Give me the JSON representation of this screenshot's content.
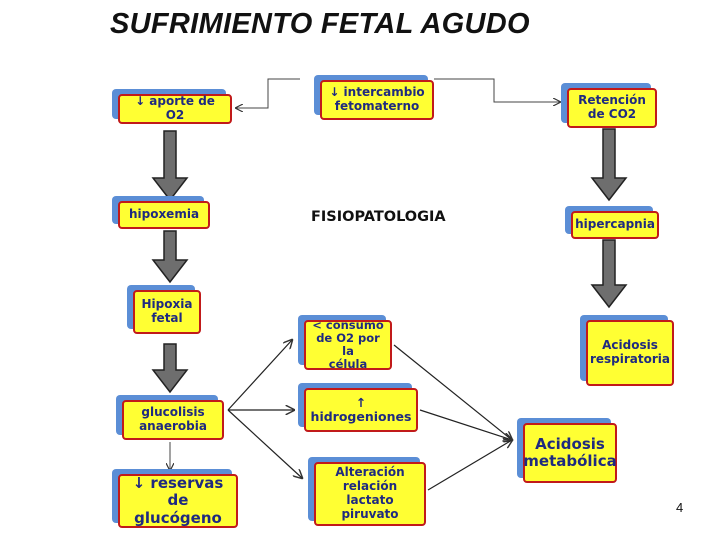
{
  "title": "SUFRIMIENTO FETAL AGUDO",
  "subtitle": "FISIOPATOLOGIA",
  "page_number": "4",
  "colors": {
    "box_fill": "#ffff33",
    "box_border": "#c11a1a",
    "box_shadow": "#5b8ed6",
    "box_text": "#1f2a80",
    "arrow_fill": "#6e6e6e"
  },
  "boxes": {
    "intercambio": "↓ intercambio\nfetomaterno",
    "aporte_o2": "↓ aporte de O2",
    "retencion_co2": "Retención\nde CO2",
    "hipoxemia": "hipoxemia",
    "hipercapnia": "hipercapnia",
    "hipoxia_fetal": "Hipoxia\nfetal",
    "consumo_o2": "< consumo\nde O2 por la\ncélula",
    "acidosis_respiratoria": "Acidosis\nrespiratoria",
    "glucolisis": "glucolisis\nanaerobia",
    "hidrogeniones": "↑\nhidrogeniones",
    "acidosis_metabolica": "Acidosis\nmetabólica",
    "reservas_glucogeno": "↓ reservas\nde glucógeno",
    "alteracion_lactato": "Alteración\nrelación lactato\npiruvato"
  }
}
